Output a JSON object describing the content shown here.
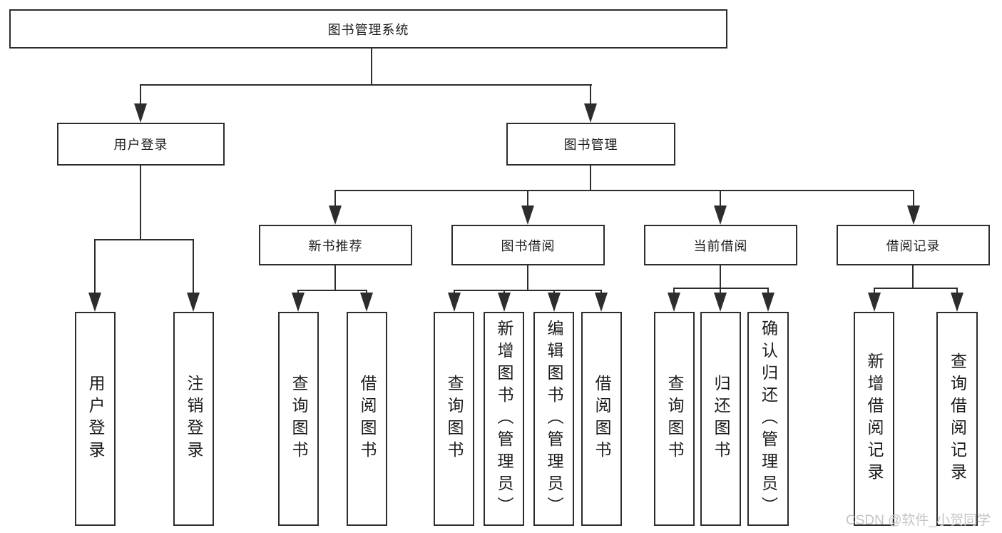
{
  "diagram": {
    "type": "hierarchy-tree",
    "orientation": "top-down",
    "tree": {
      "root": {
        "label": "图书管理系统",
        "children": [
          {
            "label": "用户登录",
            "children": [
              {
                "label": "用户登录"
              },
              {
                "label": "注销登录"
              }
            ]
          },
          {
            "label": "图书管理",
            "children": [
              {
                "label": "新书推荐",
                "children": [
                  {
                    "label": "查询图书"
                  },
                  {
                    "label": "借阅图书"
                  }
                ]
              },
              {
                "label": "图书借阅",
                "children": [
                  {
                    "label": "查询图书"
                  },
                  {
                    "label": "新增图书（管理员）"
                  },
                  {
                    "label": "编辑图书（管理员）"
                  },
                  {
                    "label": "借阅图书"
                  }
                ]
              },
              {
                "label": "当前借阅",
                "children": [
                  {
                    "label": "查询图书"
                  },
                  {
                    "label": "归还图书"
                  },
                  {
                    "label": "确认归还（管理员）"
                  }
                ]
              },
              {
                "label": "借阅记录",
                "children": [
                  {
                    "label": "新增借阅记录"
                  },
                  {
                    "label": "查询借阅记录"
                  }
                ]
              }
            ]
          }
        ]
      }
    },
    "colors": {
      "line": "#2d2d2d",
      "box_border": "#2d2d2d",
      "box_fill": "#ffffff",
      "text": "#1c1c1c",
      "background": "#ffffff",
      "watermark": "#c5c5c5"
    }
  },
  "watermark": "CSDN @软件_小贺同学"
}
